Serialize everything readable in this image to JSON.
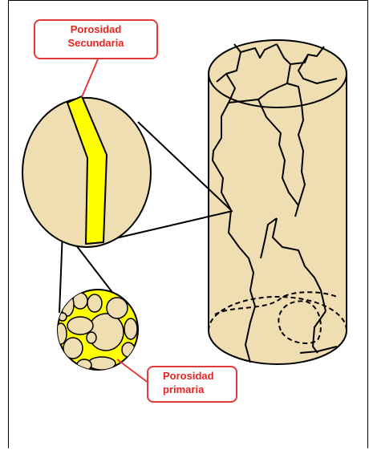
{
  "labels": {
    "secondary_porosity": [
      "Porosidad",
      "Secundaria"
    ],
    "primary_porosity": [
      "Porosidad",
      "primaria"
    ]
  },
  "colors": {
    "rock": "#efdeb2",
    "fracture_fill": "#ffff00",
    "outline": "#000000",
    "callout_text": "#e8231f",
    "callout_border": "#e23a3a"
  },
  "parts": [
    "rock-core-cylinder",
    "fracture-magnified-circle",
    "pore-grains-circle"
  ]
}
